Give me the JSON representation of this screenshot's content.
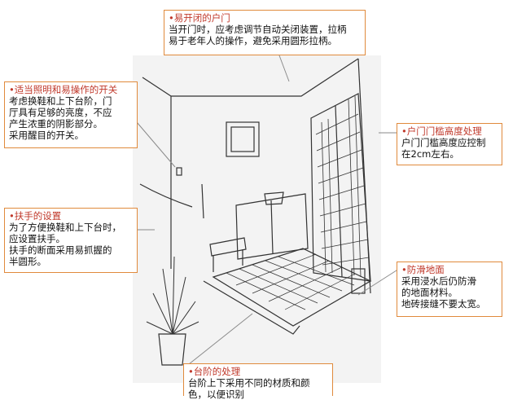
{
  "callouts": {
    "door": {
      "title": "易开闭的户门",
      "lines": [
        "当开门时，应考虑调节自动关闭装置，拉柄",
        "易于老年人的操作，避免采用圆形拉柄。"
      ]
    },
    "lighting": {
      "title": "适当照明和易操作的开关",
      "lines": [
        "考虑换鞋和上下台阶，门",
        "厅具有足够的亮度，不应",
        "产生浓重的阴影部分。",
        "采用醒目的开关。"
      ]
    },
    "threshold": {
      "title": "户门门槛高度处理",
      "lines": [
        "户门门槛高度应控制",
        "在2cm左右。"
      ]
    },
    "handrail": {
      "title": "扶手的设置",
      "lines": [
        "为了方便换鞋和上下台时，",
        "应设置扶手。",
        "扶手的断面采用易抓握的",
        "半圆形。"
      ]
    },
    "floor": {
      "title": "防滑地面",
      "lines": [
        "采用浸水后仍防滑",
        "的地面材料。",
        "地砖接缝不要太宽。"
      ]
    },
    "step": {
      "title": "台阶的处理",
      "lines": [
        "台阶上下采用不同的材质和颜",
        "色，以便识别"
      ]
    }
  },
  "colors": {
    "callout_border": "#e08a3c",
    "title_text": "#c0392b",
    "sketch_line": "#333333"
  }
}
